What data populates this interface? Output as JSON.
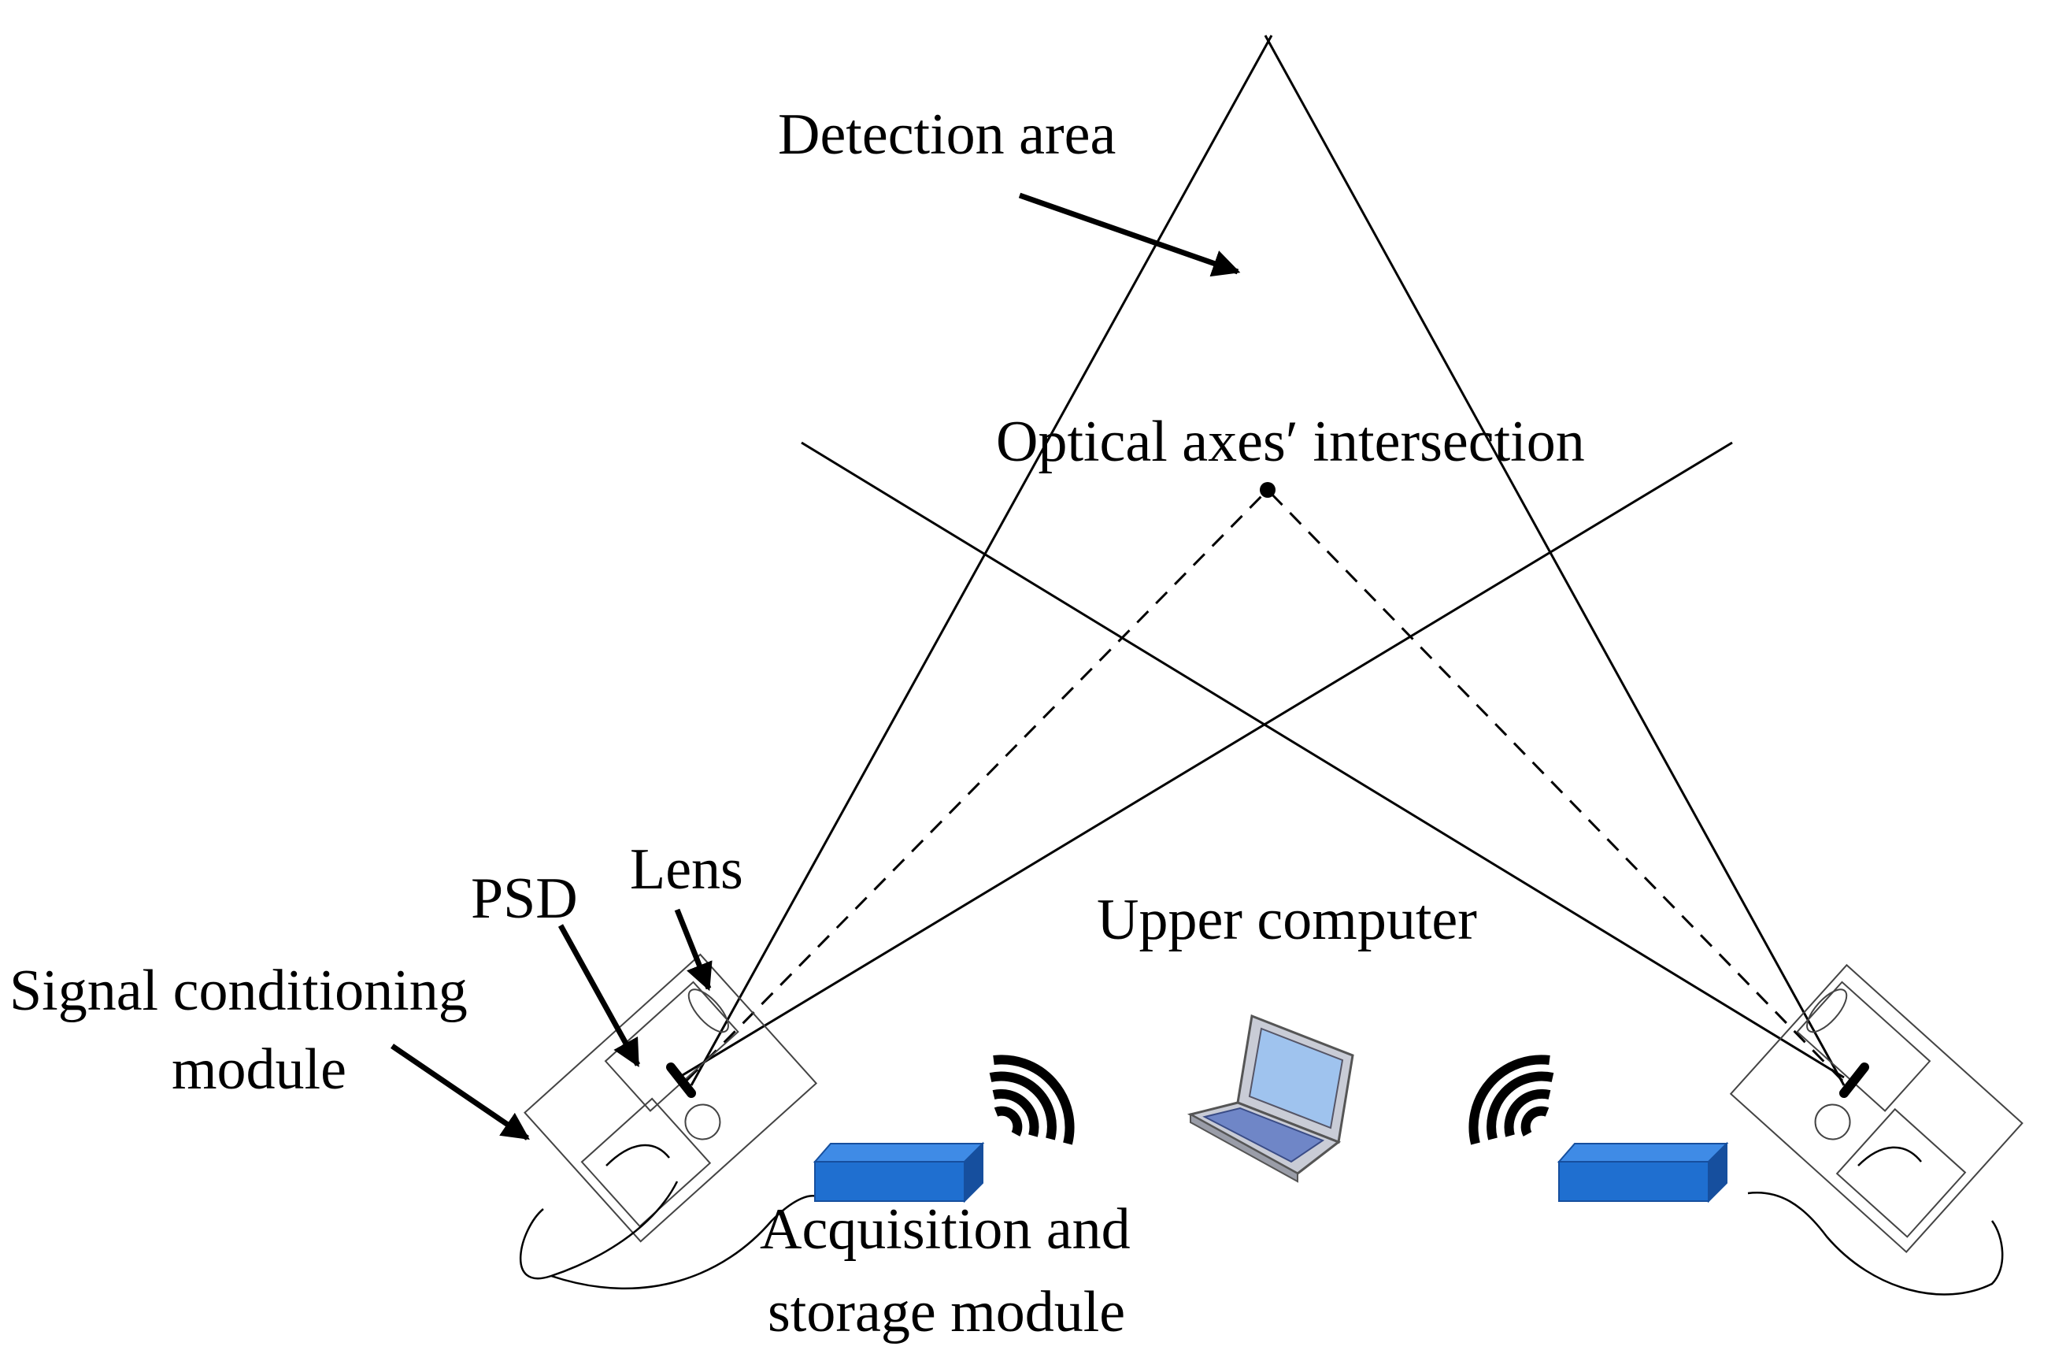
{
  "labels": {
    "detection_area": "Detection area",
    "optical_axes_intersection": "Optical axes′ intersection",
    "psd": "PSD",
    "lens": "Lens",
    "signal_conditioning_line1": "Signal conditioning",
    "signal_conditioning_line2": "module",
    "upper_computer": "Upper computer",
    "acquisition_line1": "Acquisition and",
    "acquisition_line2": "storage module"
  },
  "icons": {
    "wireless": "wireless-signal-icon",
    "laptop": "laptop-icon"
  },
  "colors": {
    "line": "#000000",
    "module_blue": "#1f6fd0",
    "module_blue_dark": "#164f9e",
    "laptop_body": "#c9ccd6",
    "laptop_screen": "#9fc3ee"
  }
}
